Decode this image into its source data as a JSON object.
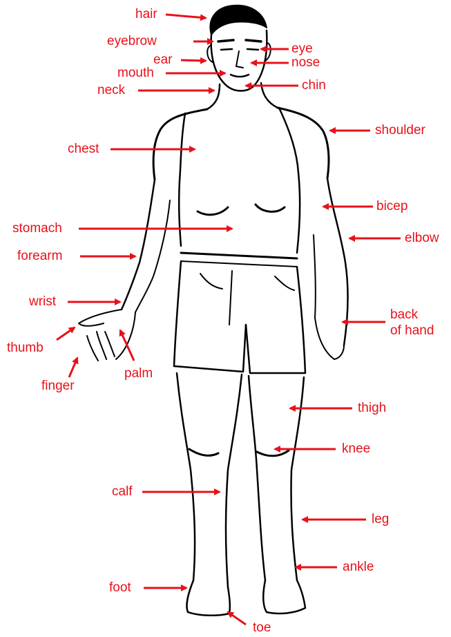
{
  "accent_color": "#e8101a",
  "figure": "man-standing-front-view",
  "labels": {
    "hair": "hair",
    "eyebrow": "eyebrow",
    "ear": "ear",
    "mouth": "mouth",
    "neck": "neck",
    "eye": "eye",
    "nose": "nose",
    "chin": "chin",
    "shoulder": "shoulder",
    "chest": "chest",
    "bicep": "bicep",
    "stomach": "stomach",
    "elbow": "elbow",
    "forearm": "forearm",
    "wrist": "wrist",
    "back_of_hand_1": "back",
    "back_of_hand_2": "of hand",
    "thumb": "thumb",
    "palm": "palm",
    "finger": "finger",
    "thigh": "thigh",
    "knee": "knee",
    "calf": "calf",
    "leg": "leg",
    "ankle": "ankle",
    "foot": "foot",
    "toe": "toe"
  }
}
